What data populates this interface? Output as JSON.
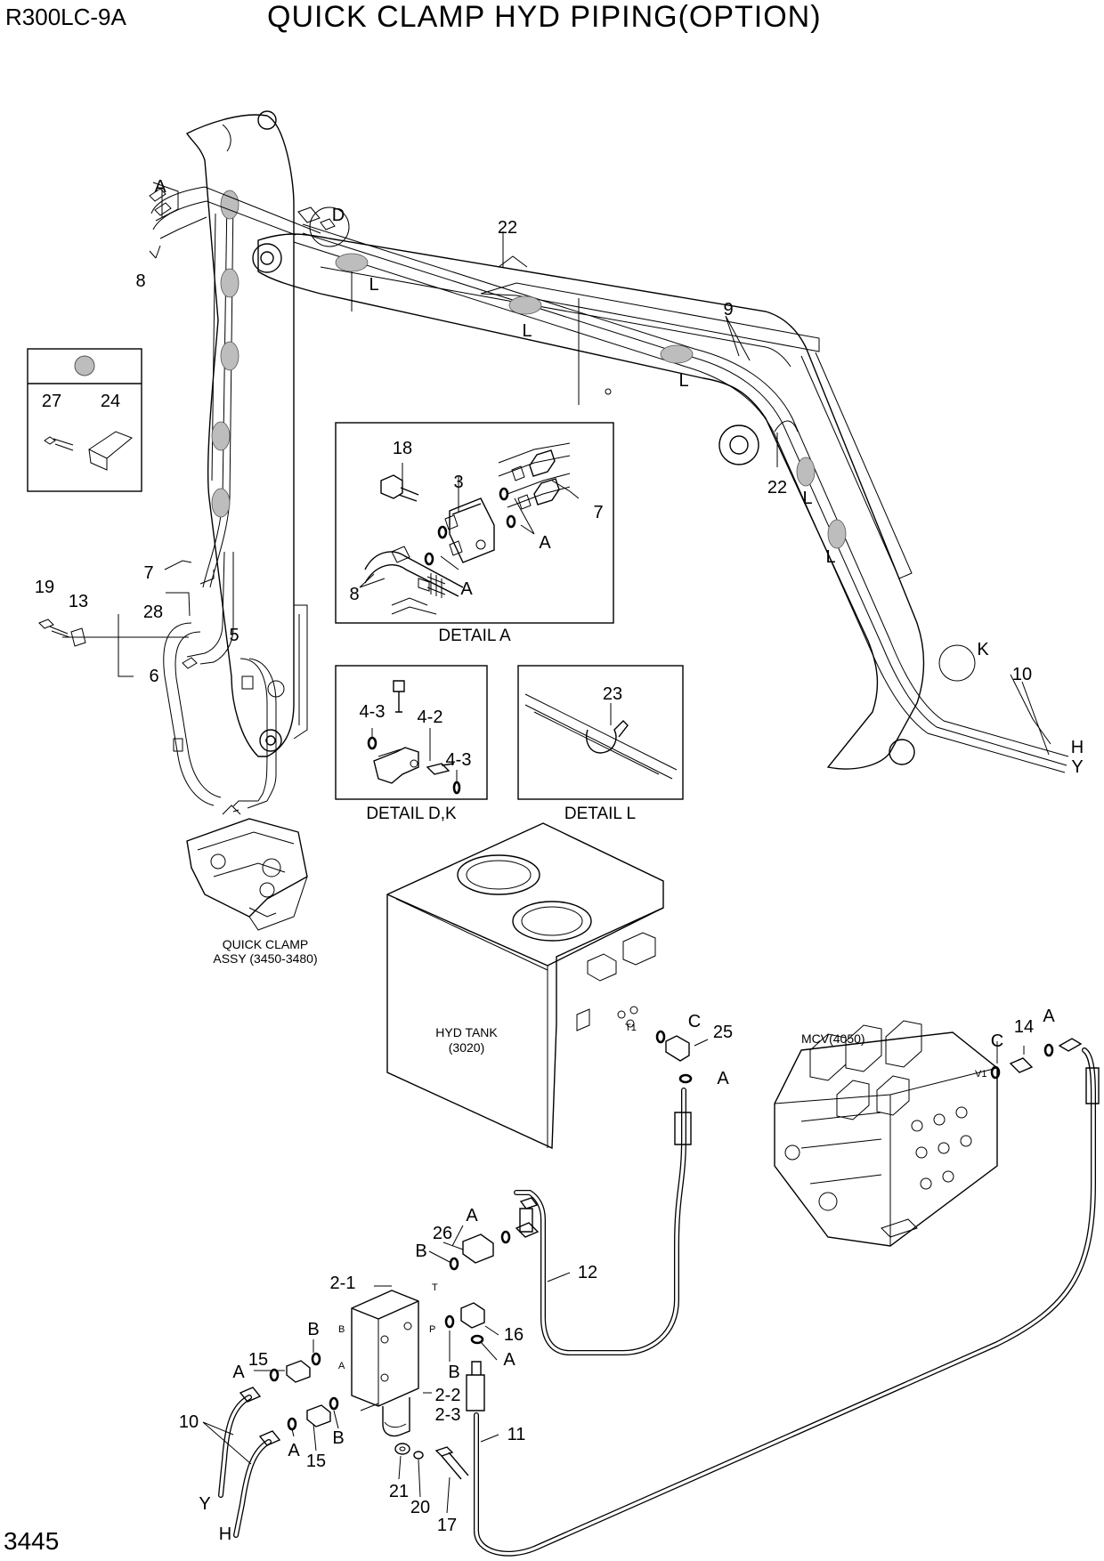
{
  "header": {
    "model": "R300LC-9A",
    "title": "QUICK CLAMP HYD PIPING(OPTION)"
  },
  "footer": {
    "page_number": "3445"
  },
  "details": {
    "detail_a": "DETAIL  A",
    "detail_dk": "DETAIL  D,K",
    "detail_l": "DETAIL L"
  },
  "components": {
    "quick_clamp": [
      "QUICK CLAMP",
      "ASSY (3450-3480)"
    ],
    "hyd_tank": [
      "HYD TANK",
      "(3020)"
    ],
    "mcv": "MCV(4050)"
  },
  "port_labels": {
    "t1": "T1",
    "v1": "V1",
    "t": "T",
    "p": "P",
    "a": "A",
    "b": "B"
  },
  "callouts": {
    "inset": [
      "27",
      "24"
    ],
    "boom": [
      "A",
      "8",
      "D",
      "L",
      "22",
      "L",
      "L",
      "9",
      "22",
      "L",
      "L",
      "K",
      "10",
      "H",
      "Y"
    ],
    "arm": [
      "7",
      "19",
      "13",
      "28",
      "5",
      "6"
    ],
    "detail_a": [
      "18",
      "3",
      "7",
      "A",
      "A",
      "8"
    ],
    "detail_dk": [
      "4-3",
      "4-2",
      "4-3"
    ],
    "detail_l": [
      "23"
    ],
    "tank": [
      "C",
      "25",
      "A"
    ],
    "mcv": [
      "C",
      "14",
      "A"
    ],
    "valve": [
      "A",
      "26",
      "B",
      "12",
      "2-1",
      "16",
      "A",
      "B",
      "B",
      "15",
      "A",
      "A",
      "B",
      "10",
      "15",
      "2-2",
      "2-3",
      "11",
      "Y",
      "H",
      "21",
      "20",
      "17"
    ]
  }
}
